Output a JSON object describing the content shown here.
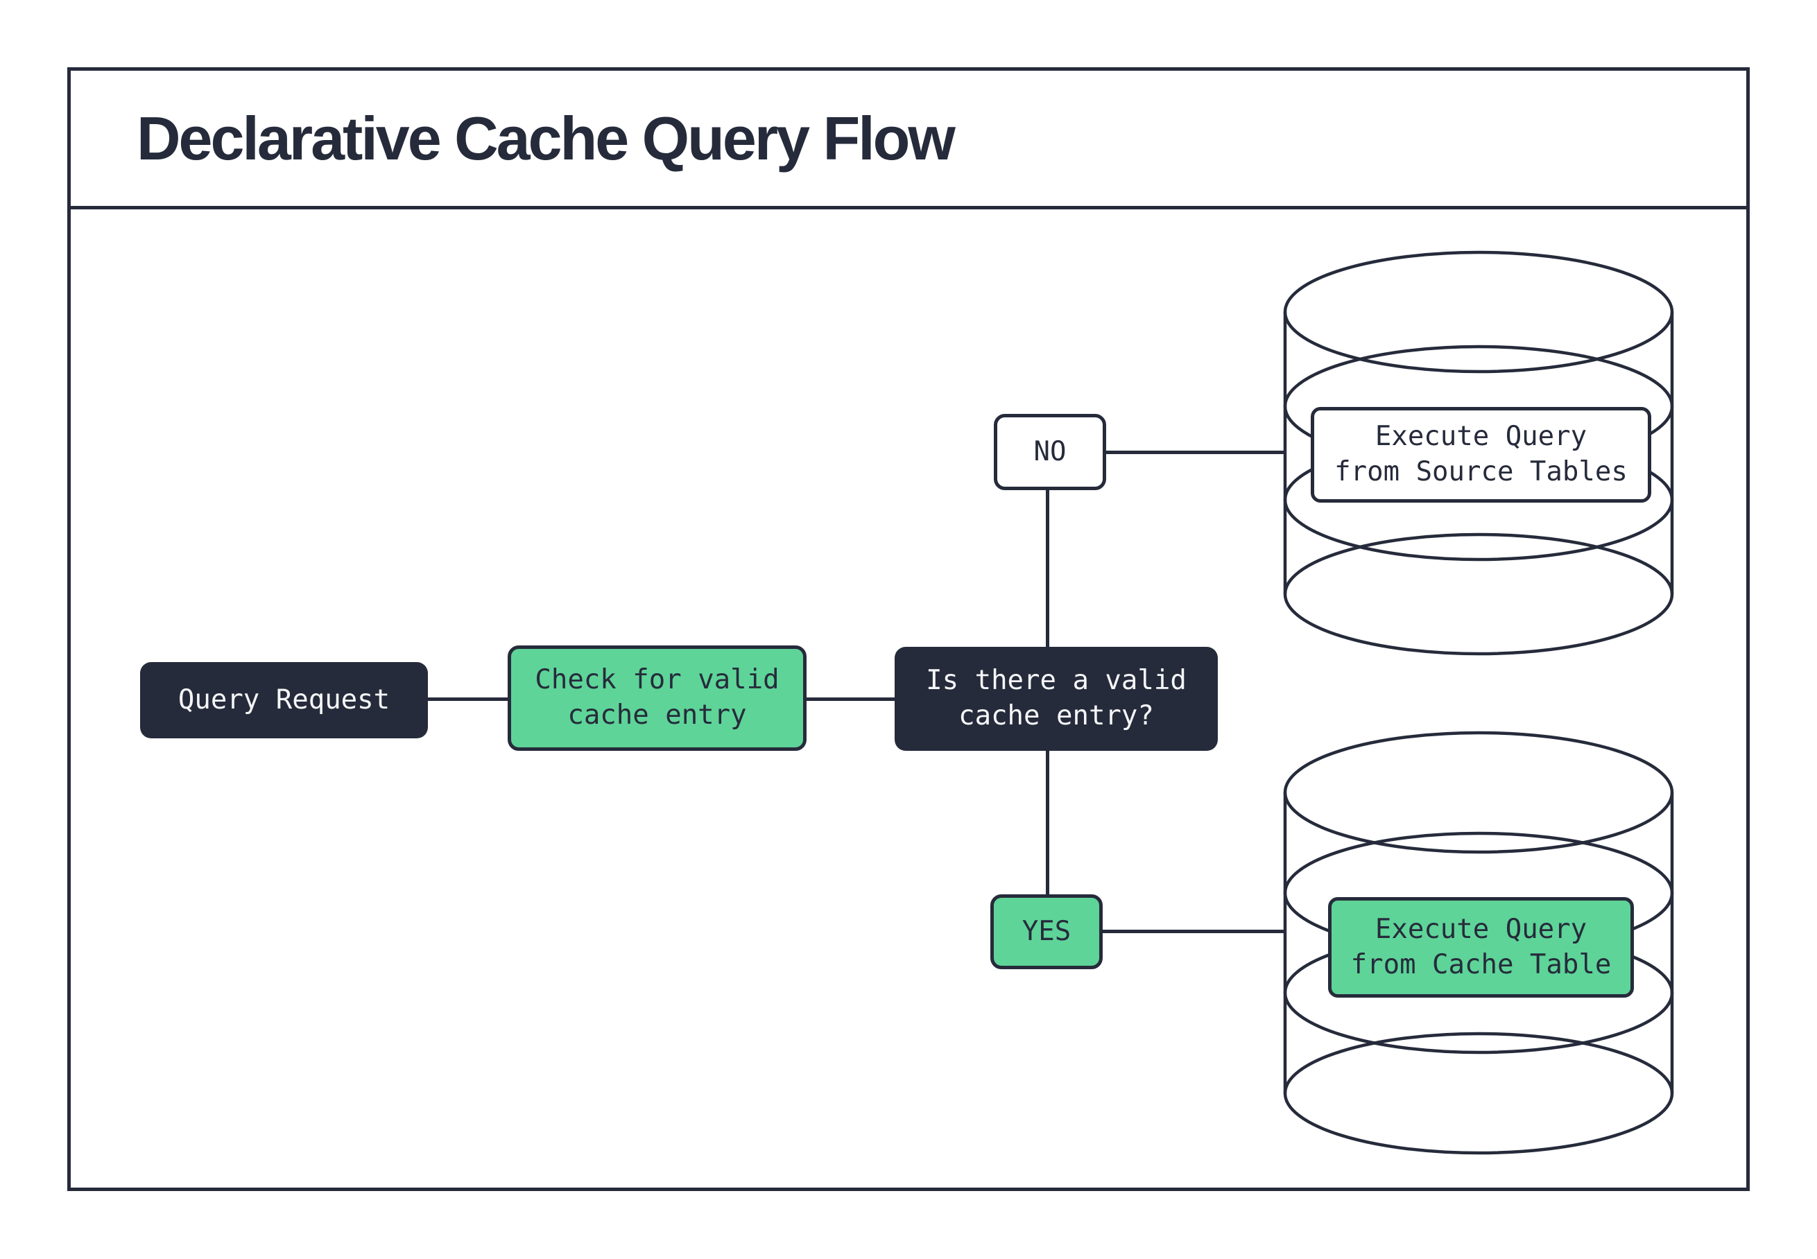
{
  "title": "Declarative Cache Query Flow",
  "colors": {
    "ink": "#262b3b",
    "green": "#5ed498",
    "box_white": "#ffffff",
    "background": "#ffffff",
    "light_text": "#e4e7eb"
  },
  "nodes": {
    "query_request": {
      "label": "Query Request"
    },
    "check_cache": {
      "label": "Check for valid\ncache entry"
    },
    "decision": {
      "label": "Is there a valid\ncache entry?"
    },
    "branch_no": {
      "label": "NO"
    },
    "branch_yes": {
      "label": "YES"
    },
    "execute_source": {
      "label": "Execute Query\nfrom Source Tables"
    },
    "execute_cache": {
      "label": "Execute Query\nfrom Cache Table"
    }
  }
}
